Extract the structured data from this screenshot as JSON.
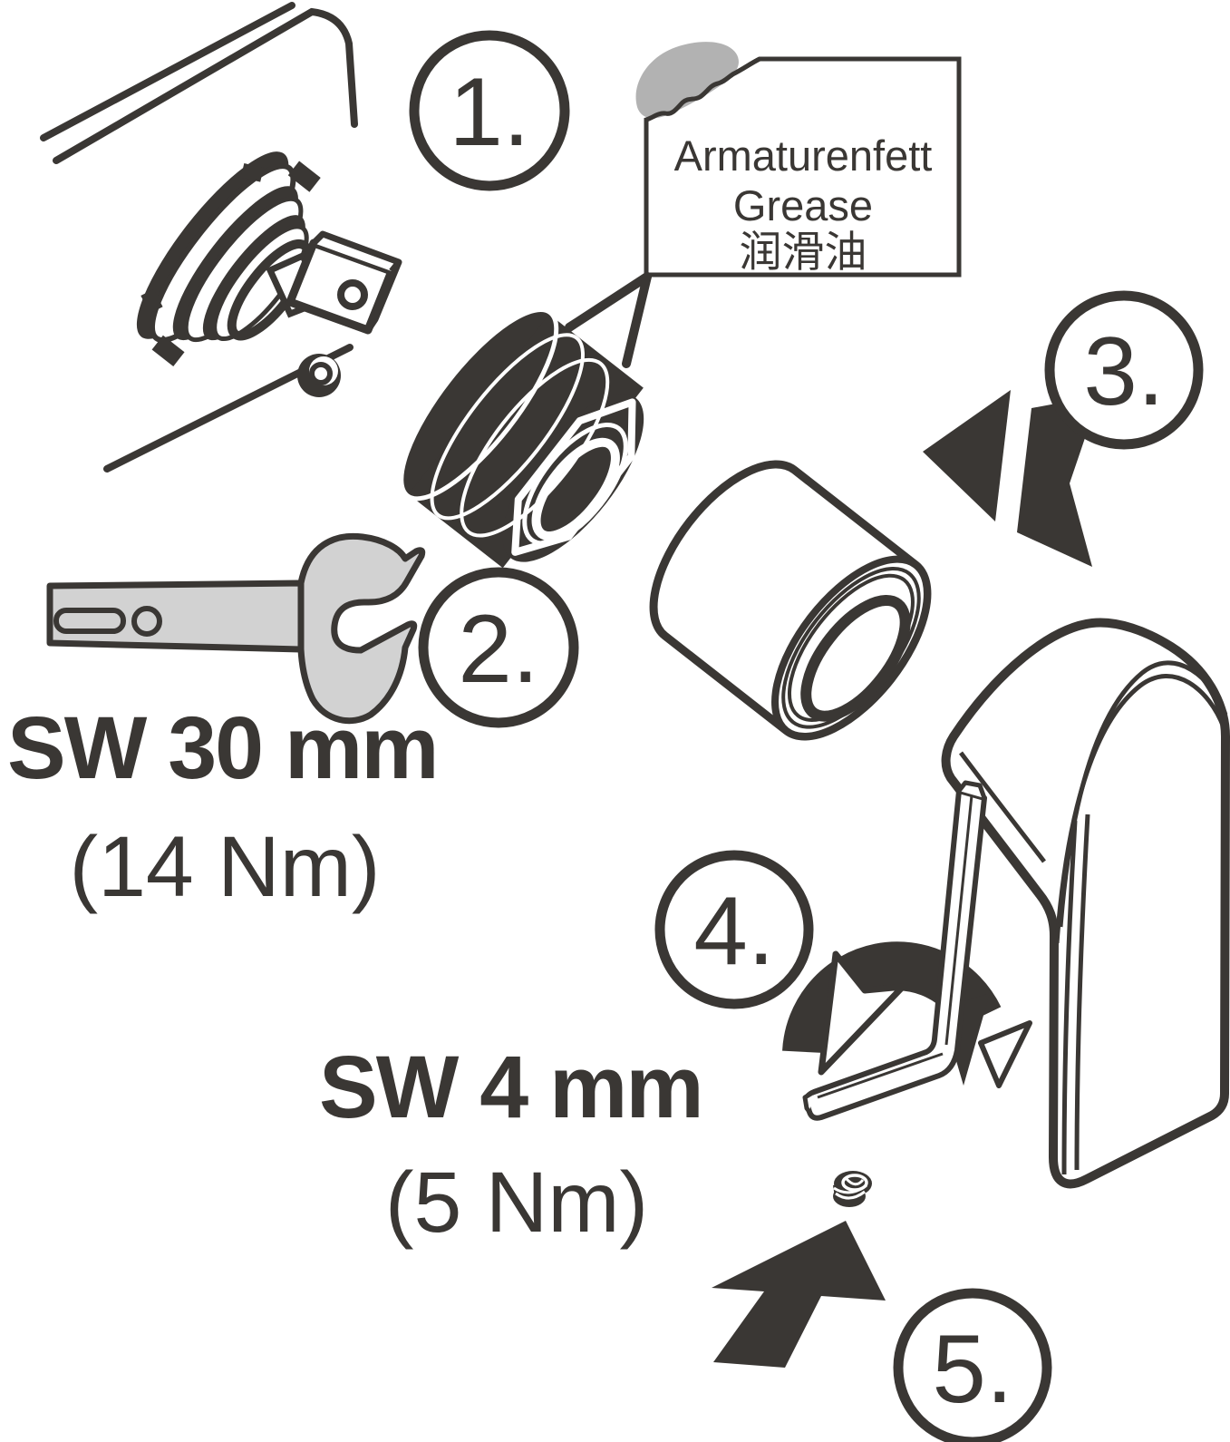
{
  "colors": {
    "background": "#ffffff",
    "ink": "#3a3734",
    "tool_gray": "#d2d2d2",
    "grease_gray": "#b2b2b2"
  },
  "steps": [
    {
      "label": "1."
    },
    {
      "label": "2."
    },
    {
      "label": "3."
    },
    {
      "label": "4."
    },
    {
      "label": "5."
    }
  ],
  "grease_label": {
    "line1": "Armaturenfett",
    "line2": "Grease",
    "line3": "润滑油"
  },
  "tools": {
    "wrench_size": "SW 30 mm",
    "wrench_torque": "(14 Nm)",
    "hex_key_size": "SW 4 mm",
    "hex_key_torque": "(5 Nm)"
  },
  "icons": {
    "wall_valve": "concealed-valve-body-icon",
    "cartridge": "cartridge-bushing-icon",
    "wrench": "open-end-wrench-icon",
    "sleeve": "extension-sleeve-icon",
    "handle": "lever-handle-icon",
    "allen_key": "allen-key-icon",
    "set_screw": "set-screw-icon",
    "rotate_arrow": "rotate-arrow-icon",
    "insert_arrow_3": "direction-arrow-icon",
    "insert_arrow_5": "direction-arrow-icon",
    "grease_blob": "grease-blob-icon"
  }
}
